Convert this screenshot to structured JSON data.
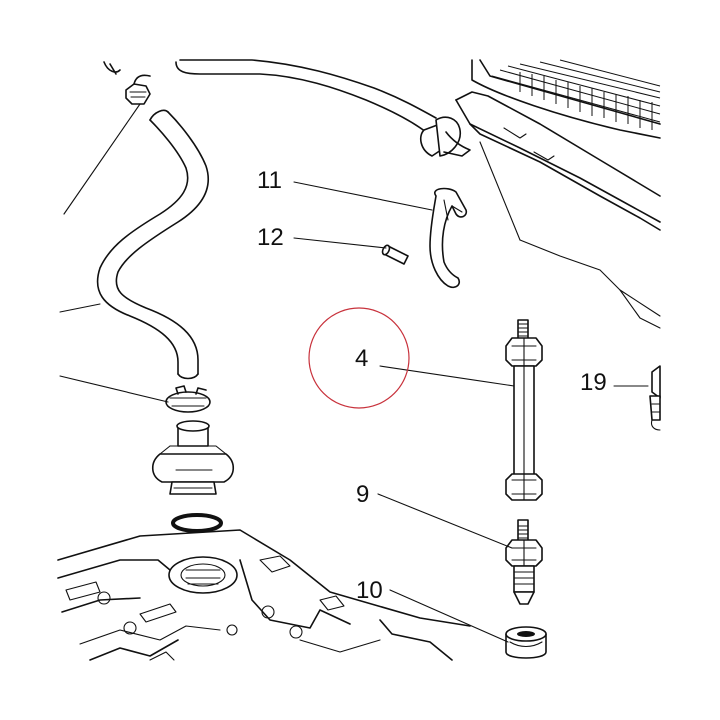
{
  "diagram": {
    "callouts": [
      {
        "id": "11",
        "label": "11"
      },
      {
        "id": "12",
        "label": "12"
      },
      {
        "id": "4",
        "label": "4"
      },
      {
        "id": "19",
        "label": "19"
      },
      {
        "id": "9",
        "label": "9"
      },
      {
        "id": "10",
        "label": "10"
      }
    ],
    "highlight_color": "#c8323c",
    "line_color": "#111111"
  }
}
